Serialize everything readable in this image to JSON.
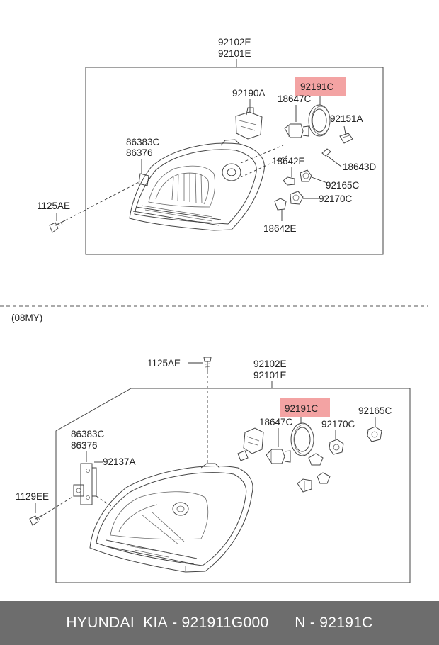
{
  "top_diagram": {
    "assembly_label_1": "92102E",
    "assembly_label_2": "92101E",
    "labels": {
      "p92191C": "92191C",
      "p92190A": "92190A",
      "p18647C": "18647C",
      "p92151A": "92151A",
      "p86383C": "86383C",
      "p86376": "86376",
      "p18642E_a": "18642E",
      "p18643D": "18643D",
      "p92165C": "92165C",
      "p1125AE": "1125AE",
      "p92170C": "92170C",
      "p18642E_b": "18642E"
    },
    "highlight_color": "#f3a3a3"
  },
  "variant_label": "(08MY)",
  "bottom_diagram": {
    "assembly_label_1": "92102E",
    "assembly_label_2": "92101E",
    "labels": {
      "p1125AE": "1125AE",
      "p92191C": "92191C",
      "p92165C": "92165C",
      "p18647C": "18647C",
      "p92170C": "92170C",
      "p86383C": "86383C",
      "p86376": "86376",
      "p92137A": "92137A",
      "p1129EE": "1129EE"
    },
    "highlight_color": "#f3a3a3"
  },
  "footer": {
    "brand": "HYUNDAI  KIA",
    "sep1": " - ",
    "part_number": "921911G000",
    "gap": "      ",
    "n_prefix": "N",
    "sep2": " - ",
    "catalog_number": "92191C",
    "background": "#6d6d6d"
  }
}
